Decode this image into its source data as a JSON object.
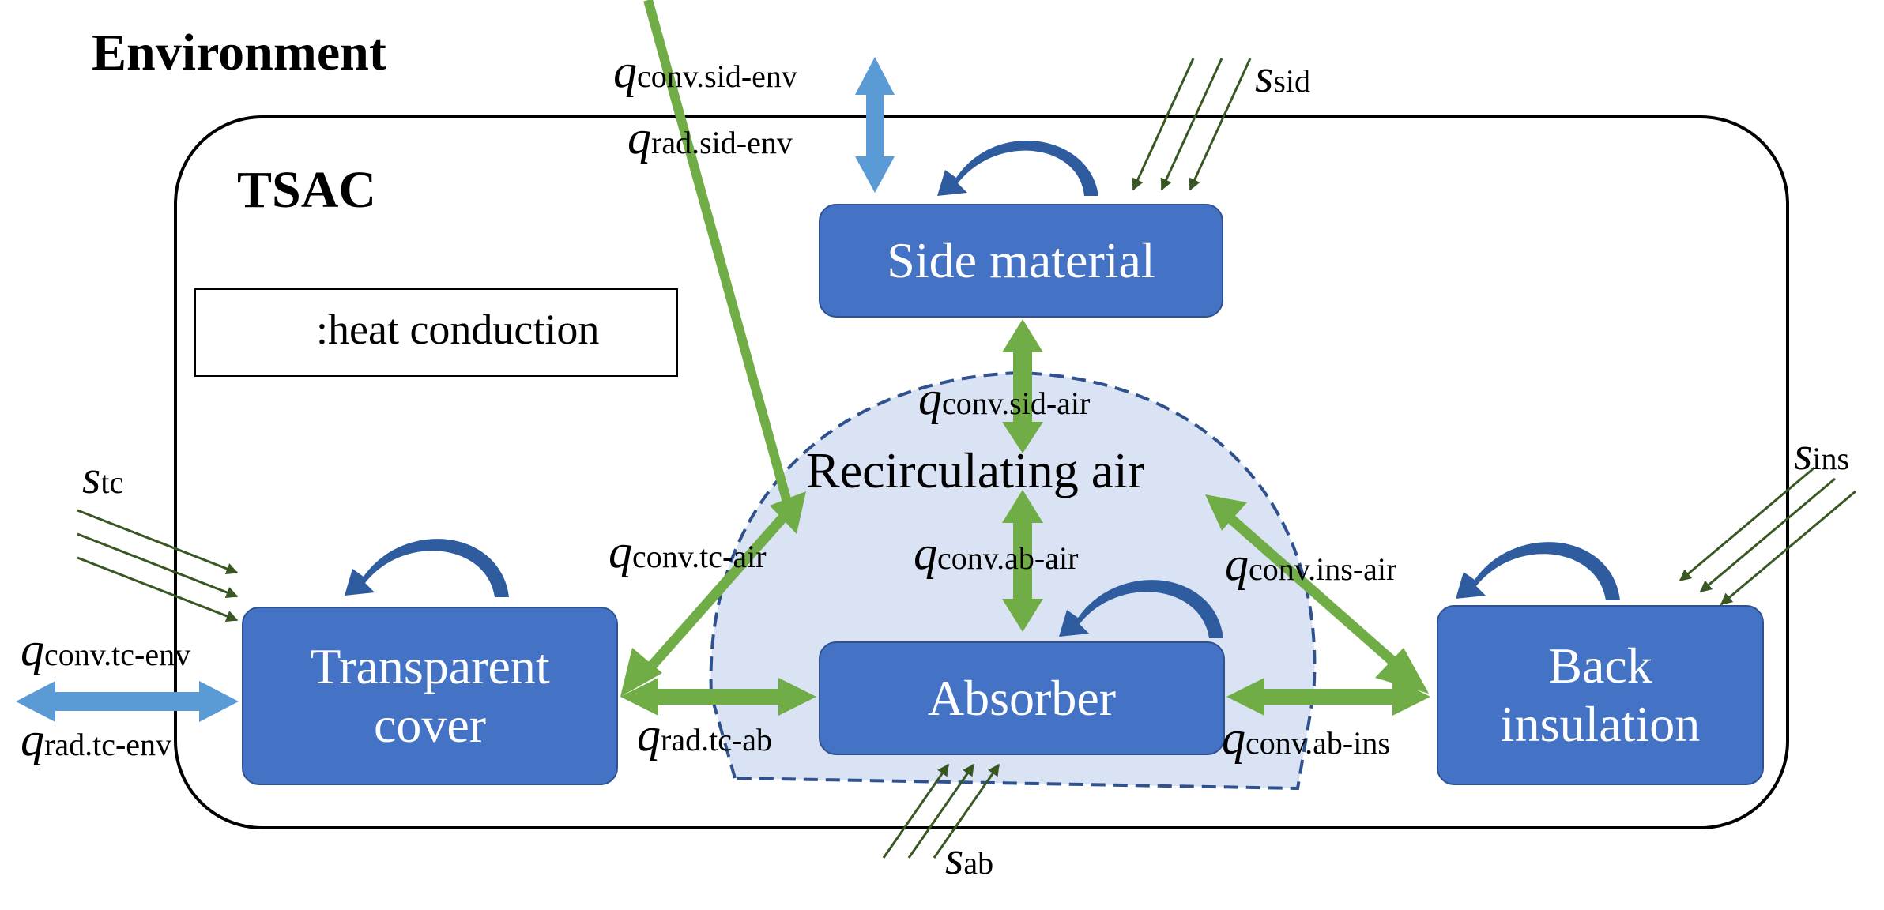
{
  "colors": {
    "box_fill": "#4472C4",
    "box_border": "#2F528F",
    "green_arrow": "#70AD47",
    "blue_arrow": "#5B9BD5",
    "conduction_arrow": "#2E5C9E",
    "air_region_fill": "#DAE3F3",
    "air_region_border": "#2F528F",
    "solar_arrow": "#385723"
  },
  "labels": {
    "environment": "Environment",
    "tsac": "TSAC",
    "legend": ":heat conduction",
    "recirculating_air": "Recirculating air"
  },
  "boxes": {
    "side_material": "Side material",
    "transparent_cover_line1": "Transparent",
    "transparent_cover_line2": "cover",
    "absorber": "Absorber",
    "back_insulation_line1": "Back",
    "back_insulation_line2": "insulation"
  },
  "fluxes": {
    "conv_sid_env": {
      "sym": "q",
      "sub": "conv.sid-env"
    },
    "rad_sid_env": {
      "sym": "q",
      "sub": "rad.sid-env"
    },
    "conv_sid_air": {
      "sym": "q",
      "sub": "conv.sid-air"
    },
    "conv_tc_air": {
      "sym": "q",
      "sub": "conv.tc-air"
    },
    "conv_ab_air": {
      "sym": "q",
      "sub": "conv.ab-air"
    },
    "conv_ins_air": {
      "sym": "q",
      "sub": "conv.ins-air"
    },
    "conv_tc_env": {
      "sym": "q",
      "sub": "conv.tc-env"
    },
    "rad_tc_env": {
      "sym": "q",
      "sub": "rad.tc-env"
    },
    "rad_tc_ab": {
      "sym": "q",
      "sub": "rad.tc-ab"
    },
    "conv_ab_ins": {
      "sym": "q",
      "sub": "conv.ab-ins"
    }
  },
  "solar": {
    "sid": {
      "sym": "s",
      "sub": "sid"
    },
    "tc": {
      "sym": "s",
      "sub": "tc"
    },
    "ins": {
      "sym": "s",
      "sub": "ins"
    },
    "ab": {
      "sym": "s",
      "sub": "ab"
    }
  }
}
